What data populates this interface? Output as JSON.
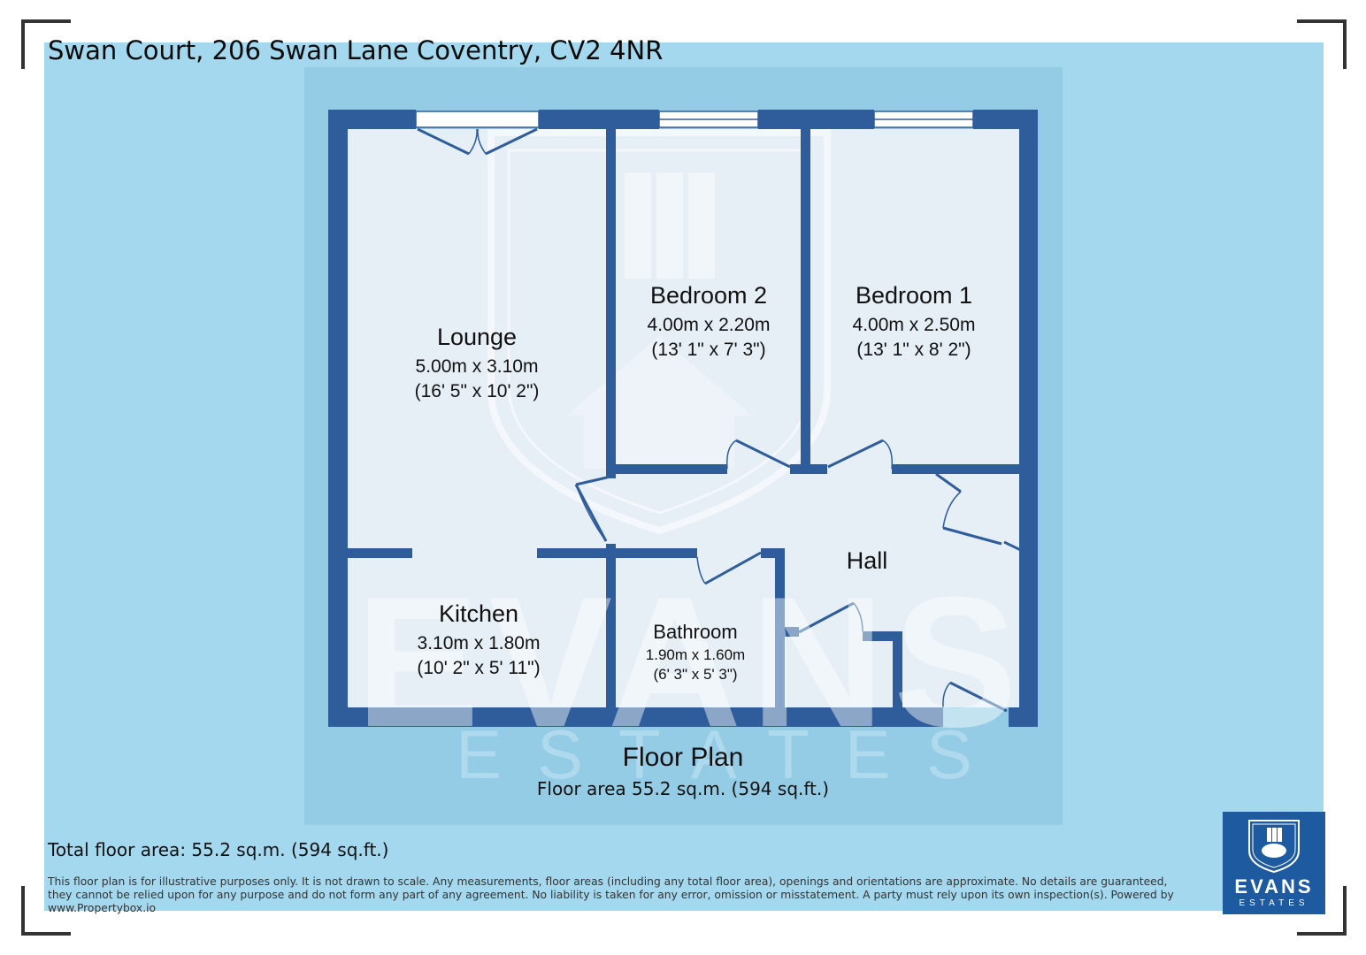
{
  "header": {
    "address": "Swan Court, 206 Swan Lane Coventry, CV2 4NR"
  },
  "rooms": [
    {
      "name": "Lounge",
      "metric": "5.00m x 3.10m",
      "imperial": "(16' 5\" x 10' 2\")"
    },
    {
      "name": "Bedroom 2",
      "metric": "4.00m x 2.20m",
      "imperial": "(13' 1\" x 7' 3\")"
    },
    {
      "name": "Bedroom 1",
      "metric": "4.00m x 2.50m",
      "imperial": "(13' 1\" x 8' 2\")"
    },
    {
      "name": "Kitchen",
      "metric": "3.10m x 1.80m",
      "imperial": "(10' 2\" x 5' 11\")"
    },
    {
      "name": "Bathroom",
      "metric": "1.90m x 1.60m",
      "imperial": "(6' 3\" x 5' 3\")"
    },
    {
      "name": "Hall"
    }
  ],
  "plan": {
    "title": "Floor Plan",
    "area": "Floor area 55.2 sq.m. (594 sq.ft.)"
  },
  "footer": {
    "total": "Total floor area: 55.2 sq.m. (594 sq.ft.)",
    "disclaimer": "This floor plan is for illustrative purposes only. It is not drawn to scale. Any measurements, floor areas (including any total floor area), openings and orientations are approximate. No details are guaranteed, they cannot be relied upon for any purpose and do not form any part of any agreement. No liability is taken for any error, omission or misstatement. A party must rely upon its own inspection(s). Powered by www.Propertybox.io"
  },
  "logo": {
    "brand": "EVANS",
    "sub": "ESTATES"
  },
  "watermark": {
    "brand": "EVANS",
    "sub": "ESTATES"
  },
  "colors": {
    "background": "#a3d8ee",
    "plan_area": "#94cce6",
    "walls": "#2f5d9b",
    "room_fill": "#e6eef6",
    "logo": "#1e5aa0"
  }
}
